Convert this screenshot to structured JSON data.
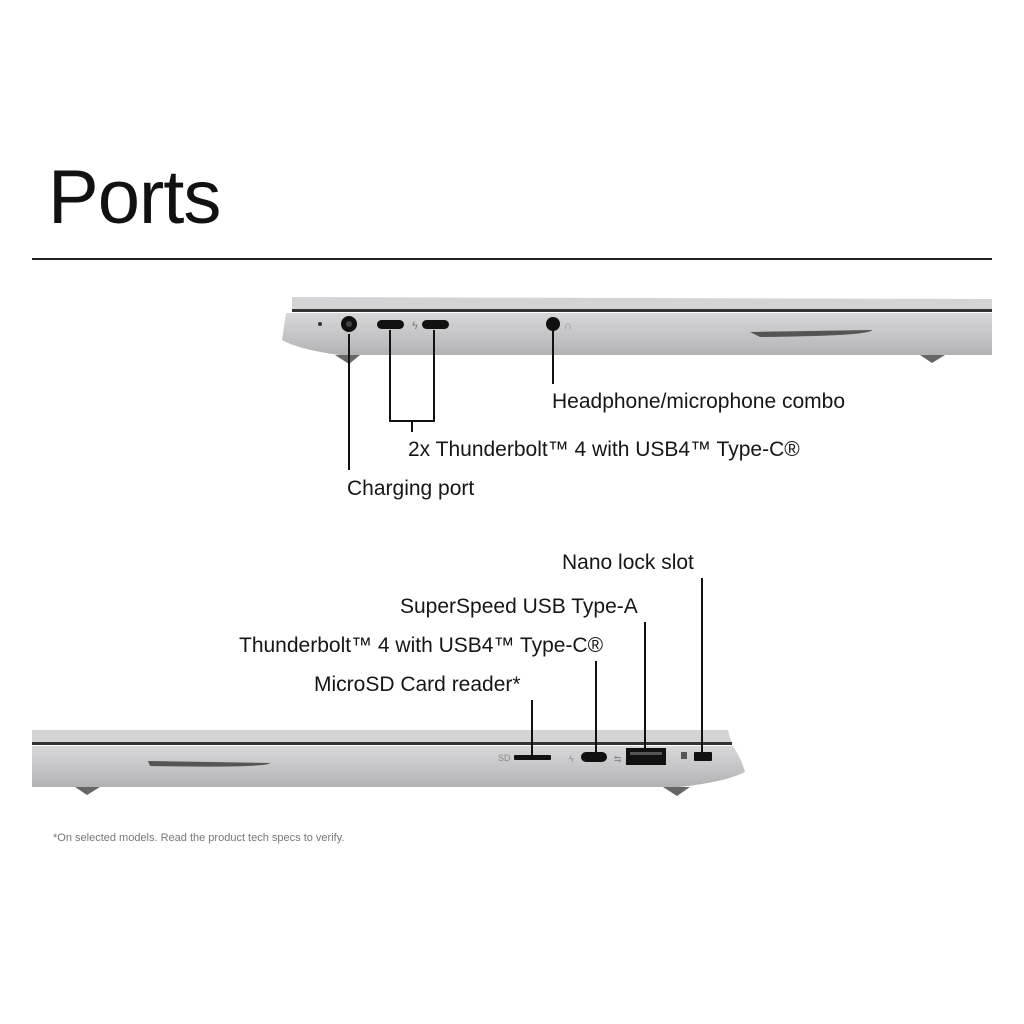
{
  "title": "Ports",
  "left_side": {
    "labels": {
      "headphone": "Headphone/microphone combo",
      "thunderbolt": "2x Thunderbolt™ 4 with USB4™ Type-C®",
      "charging": "Charging port"
    }
  },
  "right_side": {
    "labels": {
      "nano_lock": "Nano lock slot",
      "usb_a": "SuperSpeed USB Type-A",
      "thunderbolt": "Thunderbolt™ 4 with USB4™ Type-C®",
      "microsd": "MicroSD Card reader*"
    },
    "port_marks": {
      "sd": "SD"
    }
  },
  "footnote": "*On selected models. Read the product tech specs to verify.",
  "colors": {
    "body": "#c9c9cb",
    "port": "#111111",
    "text": "#161616"
  }
}
